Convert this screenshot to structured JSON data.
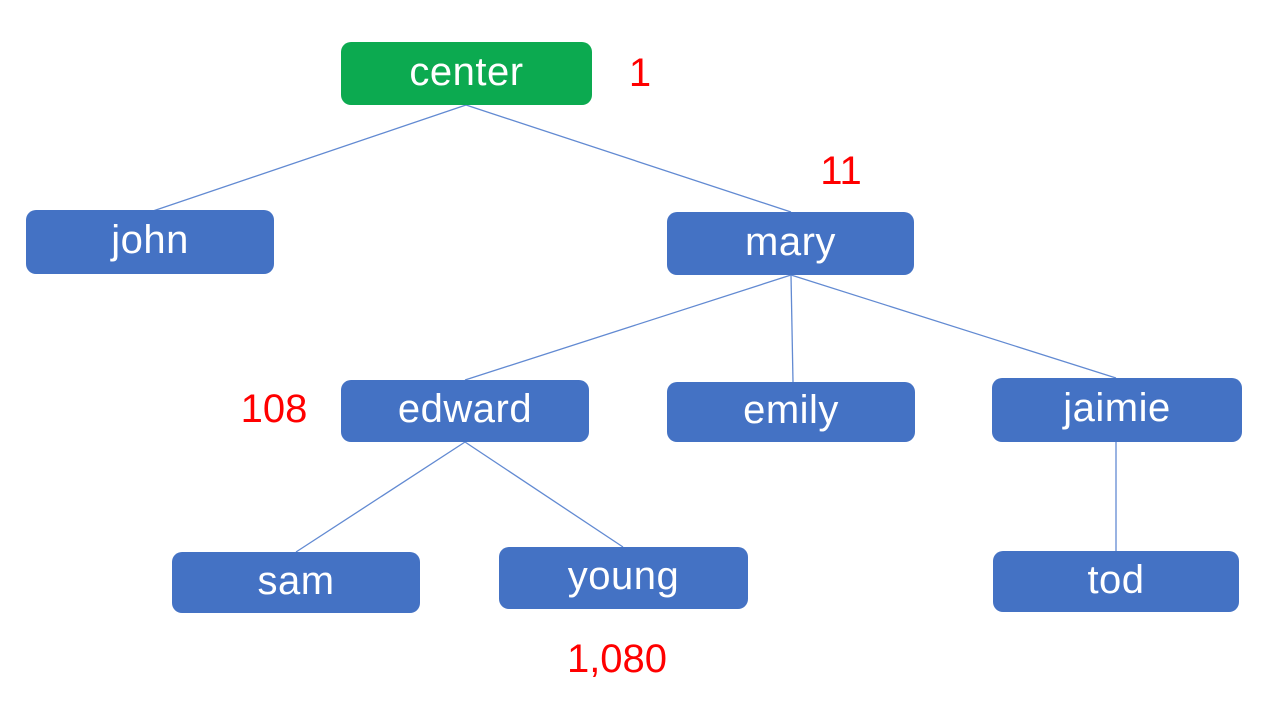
{
  "diagram": {
    "type": "tree",
    "description": "Family/org style tree chart with red count annotations",
    "colors": {
      "background": "#ffffff",
      "root_fill": "#0caa50",
      "node_fill": "#4472c4",
      "node_text": "#ffffff",
      "edge": "#628ad2",
      "annotation": "#ff0000"
    },
    "nodes": [
      {
        "id": "center",
        "label": "center",
        "level": 0,
        "parent": null,
        "fill": "green"
      },
      {
        "id": "john",
        "label": "john",
        "level": 1,
        "parent": "center",
        "fill": "blue"
      },
      {
        "id": "mary",
        "label": "mary",
        "level": 1,
        "parent": "center",
        "fill": "blue"
      },
      {
        "id": "edward",
        "label": "edward",
        "level": 2,
        "parent": "mary",
        "fill": "blue"
      },
      {
        "id": "emily",
        "label": "emily",
        "level": 2,
        "parent": "mary",
        "fill": "blue"
      },
      {
        "id": "jaimie",
        "label": "jaimie",
        "level": 2,
        "parent": "mary",
        "fill": "blue"
      },
      {
        "id": "sam",
        "label": "sam",
        "level": 3,
        "parent": "edward",
        "fill": "blue"
      },
      {
        "id": "young",
        "label": "young",
        "level": 3,
        "parent": "edward",
        "fill": "blue"
      },
      {
        "id": "tod",
        "label": "tod",
        "level": 3,
        "parent": "jaimie",
        "fill": "blue"
      }
    ],
    "edges": [
      {
        "from": "center",
        "to": "john"
      },
      {
        "from": "center",
        "to": "mary"
      },
      {
        "from": "mary",
        "to": "edward"
      },
      {
        "from": "mary",
        "to": "emily"
      },
      {
        "from": "mary",
        "to": "jaimie"
      },
      {
        "from": "edward",
        "to": "sam"
      },
      {
        "from": "edward",
        "to": "young"
      },
      {
        "from": "jaimie",
        "to": "tod"
      }
    ],
    "annotations": [
      {
        "text": "1",
        "attached_to": "center",
        "position": "right"
      },
      {
        "text": "11",
        "attached_to": "mary",
        "position": "above-right"
      },
      {
        "text": "108",
        "attached_to": "edward",
        "position": "left"
      },
      {
        "text": "1,080",
        "attached_to": "young",
        "position": "below"
      }
    ]
  }
}
